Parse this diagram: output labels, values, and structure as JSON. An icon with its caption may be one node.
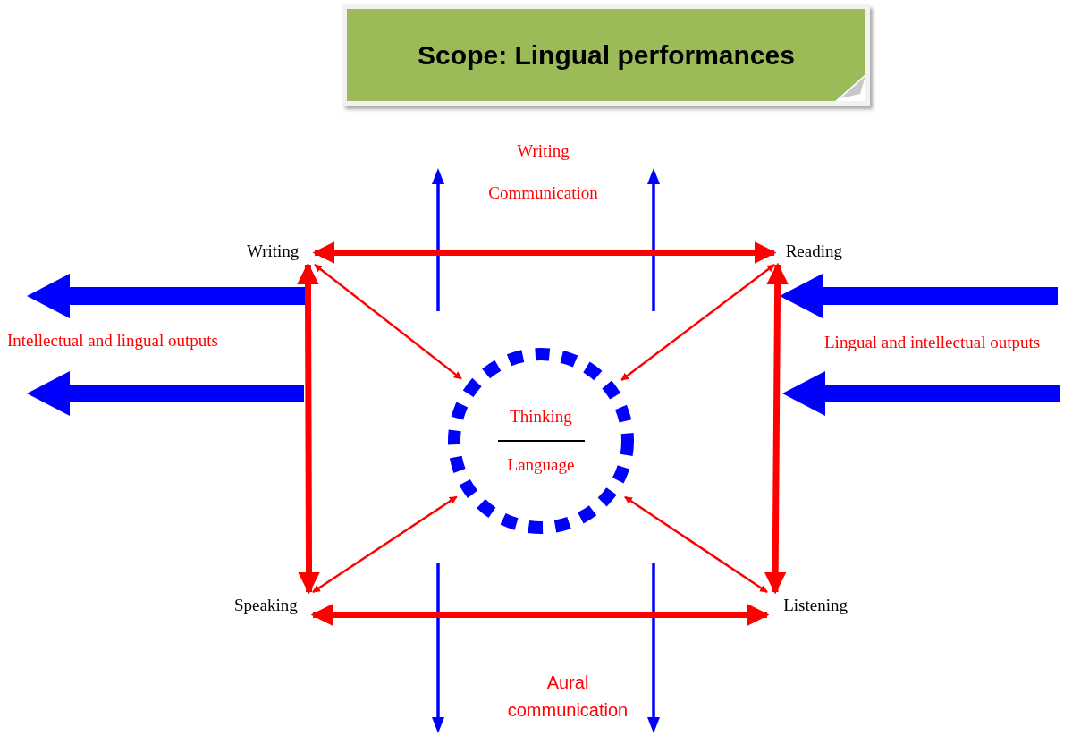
{
  "diagram": {
    "nodes": [
      {
        "text": [
          "Scope: Lingual performances"
        ]
      },
      {
        "text": [
          "Writing"
        ]
      },
      {
        "text": [
          "Reading"
        ]
      },
      {
        "text": [
          "Speaking"
        ]
      },
      {
        "text": [
          "Listening"
        ]
      },
      {
        "text": [
          "Thinking",
          "Language"
        ]
      }
    ],
    "edges": [
      {
        "from": 1,
        "to": 2,
        "arrow": "both",
        "style": "thick"
      },
      {
        "from": 1,
        "to": 3,
        "arrow": "both",
        "style": "thick"
      },
      {
        "from": 2,
        "to": 4,
        "arrow": "both",
        "style": "thick"
      },
      {
        "from": 3,
        "to": 4,
        "arrow": "both",
        "style": "thick"
      },
      {
        "from": 1,
        "to": 5,
        "arrow": "both"
      },
      {
        "from": 2,
        "to": 5,
        "arrow": "both"
      },
      {
        "from": 3,
        "to": 5,
        "arrow": "both"
      },
      {
        "from": 4,
        "to": 5,
        "arrow": "both"
      }
    ],
    "labels": [
      "Writing",
      "Communication",
      "Intellectual and lingual outputs",
      "Lingual and intellectual outputs",
      "Aural communication"
    ]
  }
}
